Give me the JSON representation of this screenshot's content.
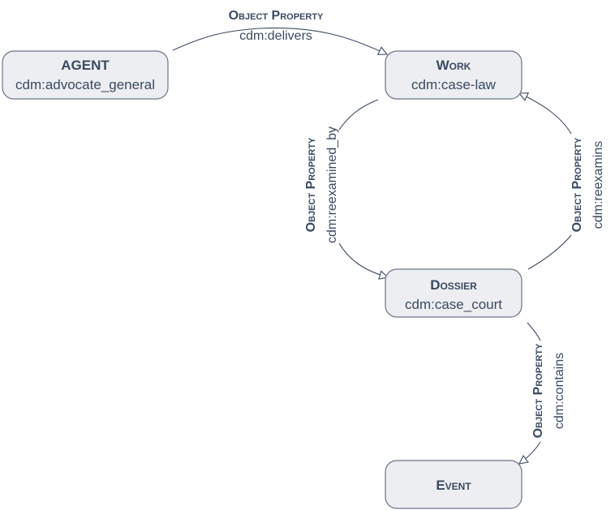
{
  "nodes": {
    "agent": {
      "title": "AGENT",
      "subtitle": "cdm:advocate_general"
    },
    "work": {
      "title": "Work",
      "subtitle": "cdm:case-law"
    },
    "dossier": {
      "title": "Dossier",
      "subtitle": "cdm:case_court"
    },
    "event": {
      "title": "Event"
    }
  },
  "edges": {
    "delivers": {
      "kind": "Object Property",
      "name": "cdm:delivers"
    },
    "reexamined_by": {
      "kind": "Object Property",
      "name": "cdm:reexamined_by"
    },
    "reexamins": {
      "kind": "Object Property",
      "name": "cdm:reexamins"
    },
    "contains": {
      "kind": "Object Property",
      "name": "cdm:contains"
    }
  }
}
